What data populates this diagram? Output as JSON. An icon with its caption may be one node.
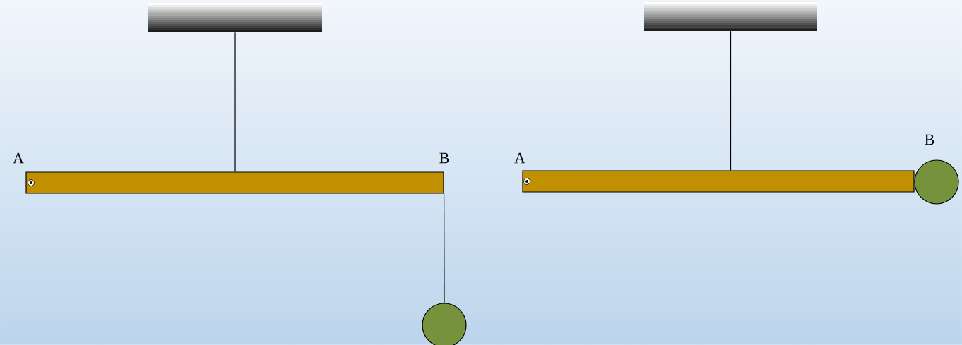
{
  "diagram": {
    "nodes": [
      {
        "text": [],
        "shape": "box"
      },
      {
        "text": [],
        "shape": "bar"
      },
      {
        "text": [],
        "shape": "circle"
      },
      {
        "text": [],
        "shape": "box"
      },
      {
        "text": [],
        "shape": "bar"
      },
      {
        "text": [],
        "shape": "circle"
      }
    ],
    "edges": [
      {
        "from": 0,
        "to": 1,
        "arrow": "none"
      },
      {
        "from": 1,
        "to": 2,
        "arrow": "none"
      },
      {
        "from": 3,
        "to": 4,
        "arrow": "none"
      }
    ],
    "labels": [
      "A",
      "B",
      "A",
      "B"
    ]
  }
}
